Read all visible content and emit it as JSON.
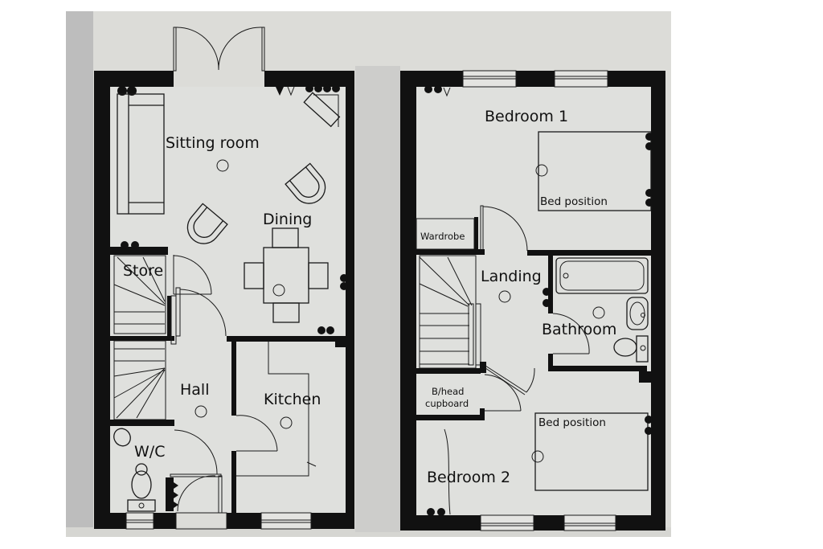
{
  "ground_floor": {
    "rooms": {
      "sitting_room": "Sitting room",
      "dining": "Dining",
      "store": "Store",
      "hall": "Hall",
      "kitchen": "Kitchen",
      "wc": "W/C"
    }
  },
  "first_floor": {
    "rooms": {
      "bedroom1": "Bedroom 1",
      "bed_position_1": "Bed position",
      "wardrobe": "Wardrobe",
      "landing": "Landing",
      "bathroom": "Bathroom",
      "bhead_line1": "B/head",
      "bhead_line2": "cupboard",
      "bed_position_2": "Bed position",
      "bedroom2": "Bedroom 2"
    }
  },
  "colors": {
    "paper": "#dcdcd8",
    "paper_shadow": "#bdbdbd",
    "wall": "#111111",
    "floor": "#dfe0dd"
  }
}
